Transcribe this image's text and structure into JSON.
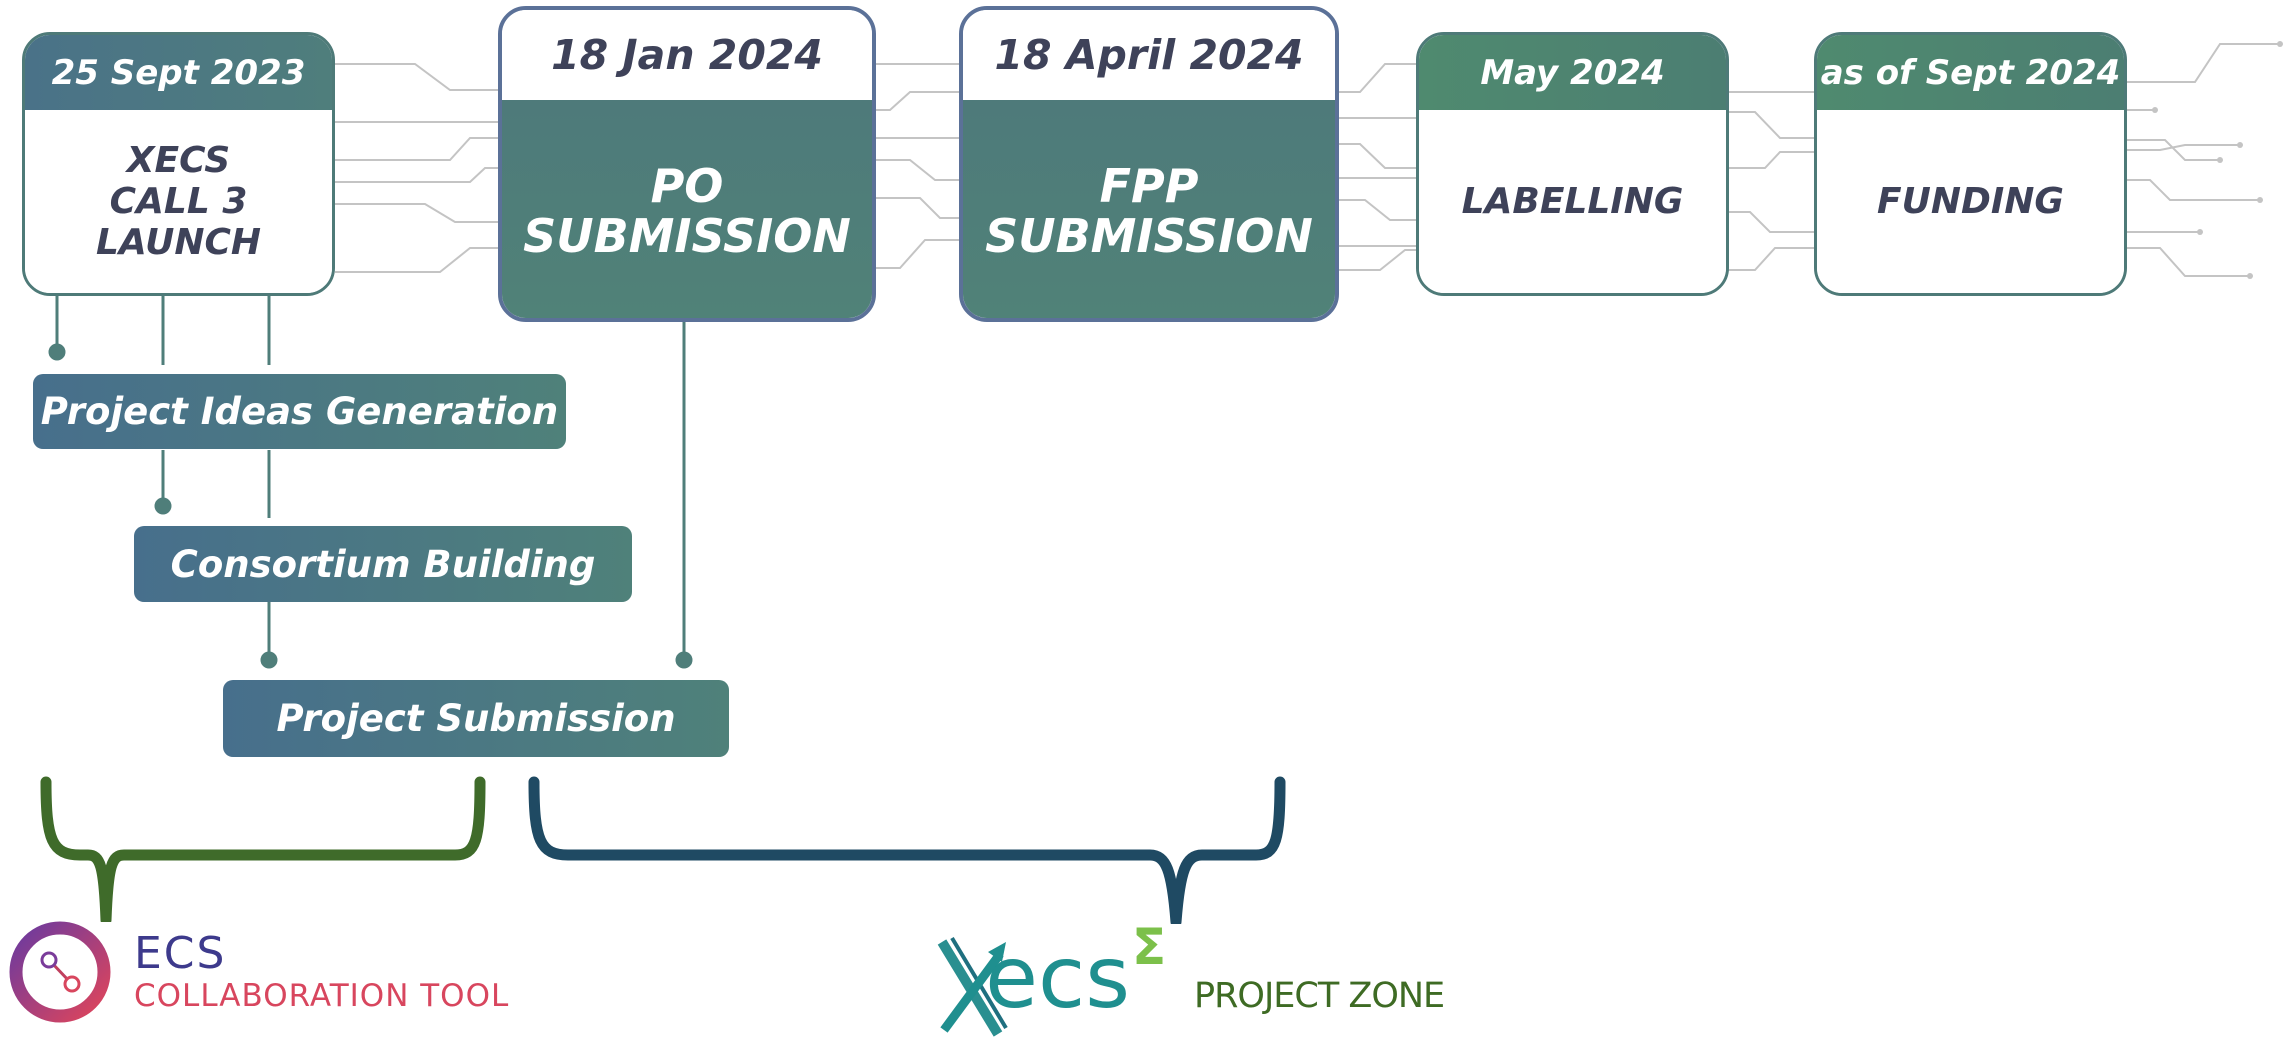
{
  "milestones": {
    "call3": {
      "date": "25 Sept 2023",
      "title": "XECS\nCALL 3\nLAUNCH"
    },
    "po": {
      "date": "18 Jan 2024",
      "title": "PO\nSUBMISSION"
    },
    "fpp": {
      "date": "18 April 2024",
      "title": "FPP\nSUBMISSION"
    },
    "labelling": {
      "date": "May 2024",
      "title": "LABELLING"
    },
    "funding": {
      "date": "as of Sept 2024",
      "title": "FUNDING"
    }
  },
  "phases": {
    "ideas": "Project Ideas Generation",
    "consortium": "Consortium Building",
    "submission": "Project Submission"
  },
  "logos": {
    "ecs": {
      "line1": "ECS",
      "line2": "COLLABORATION TOOL"
    },
    "xecs": {
      "word": "Xecs",
      "sigma": "Σ",
      "zone": "PROJECT ZONE"
    }
  },
  "colors": {
    "teal": "#4f7e7a",
    "green_brace": "#3f6b2a",
    "navy_brace": "#1f4a63",
    "text_dark": "#3e4259",
    "ecs_purple": "#3d3a8c",
    "ecs_red": "#d8465e",
    "xecs_teal": "#1f8f8f",
    "xecs_green": "#7cc04a",
    "zone_green": "#3e6b24"
  }
}
